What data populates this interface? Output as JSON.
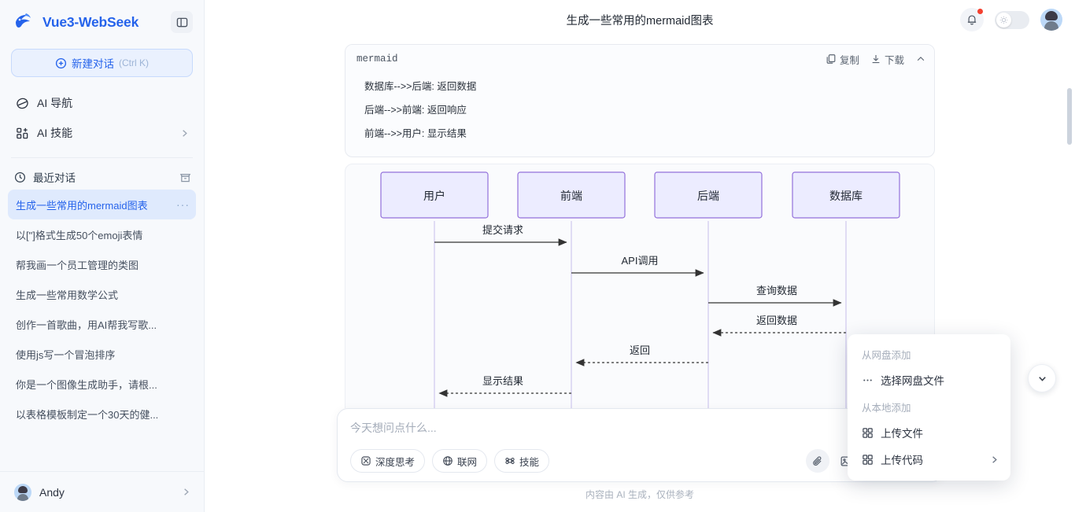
{
  "sidebar": {
    "brand": "Vue3-WebSeek",
    "panel_toggle_name": "panel-toggle",
    "new_chat": {
      "label": "新建对话",
      "shortcut": "(Ctrl K)"
    },
    "nav": [
      {
        "label": "AI 导航",
        "icon": "compass-icon",
        "chevron": false
      },
      {
        "label": "AI 技能",
        "icon": "grid-icon",
        "chevron": true
      }
    ],
    "recent": {
      "label": "最近对话",
      "icon": "clock-icon",
      "action_icon": "archive-icon"
    },
    "conversations": [
      {
        "title": "生成一些常用的mermaid图表",
        "active": true,
        "dots": "···"
      },
      {
        "title": "以[\"]格式生成50个emoji表情",
        "active": false,
        "dots": "···"
      },
      {
        "title": "帮我画一个员工管理的类图",
        "active": false,
        "dots": "···"
      },
      {
        "title": "生成一些常用数学公式",
        "active": false,
        "dots": "···"
      },
      {
        "title": "创作一首歌曲，用AI帮我写歌...",
        "active": false,
        "dots": "···"
      },
      {
        "title": "使用js写一个冒泡排序",
        "active": false,
        "dots": "···"
      },
      {
        "title": "你是一个图像生成助手，请根...",
        "active": false,
        "dots": "···"
      },
      {
        "title": "以表格模板制定一个30天的健...",
        "active": false,
        "dots": "···"
      }
    ],
    "user": {
      "name": "Andy"
    }
  },
  "topbar": {
    "title": "生成一些常用的mermaid图表",
    "bell_icon": "bell-icon",
    "theme_toggle": "theme-toggle",
    "avatar": "user-avatar"
  },
  "code_block": {
    "language": "mermaid",
    "copy_label": "复制",
    "download_label": "下载",
    "collapse_icon": "chevron-up-icon",
    "lines": [
      "数据库-->>后端: 返回数据",
      "后端-->>前端: 返回响应",
      "前端-->>用户: 显示结果"
    ]
  },
  "diagram": {
    "type": "sequence",
    "participants": [
      "用户",
      "前端",
      "后端",
      "数据库"
    ],
    "messages": [
      {
        "from": "用户",
        "to": "前端",
        "label": "提交请求",
        "style": "solid"
      },
      {
        "from": "前端",
        "to": "后端",
        "label": "API调用",
        "style": "solid"
      },
      {
        "from": "后端",
        "to": "数据库",
        "label": "查询数据",
        "style": "solid"
      },
      {
        "from": "数据库",
        "to": "后端",
        "label": "返回数据",
        "style": "dashed"
      },
      {
        "from": "后端",
        "to": "前端",
        "label": "返回",
        "style": "dashed"
      },
      {
        "from": "前端",
        "to": "用户",
        "label": "显示结果",
        "style": "dashed"
      }
    ],
    "box_fill": "#ececff",
    "box_stroke": "#9370db"
  },
  "popup": {
    "sections": [
      {
        "title": "从网盘添加",
        "items": [
          {
            "label": "选择网盘文件",
            "icon": "dots-icon",
            "chevron": false
          }
        ]
      },
      {
        "title": "从本地添加",
        "items": [
          {
            "label": "上传文件",
            "icon": "grid-icon",
            "chevron": false
          },
          {
            "label": "上传代码",
            "icon": "grid-icon",
            "chevron": true
          }
        ]
      }
    ]
  },
  "composer": {
    "placeholder": "今天想问点什么...",
    "chips": [
      {
        "label": "深度思考",
        "icon": "brain-icon"
      },
      {
        "label": "联网",
        "icon": "globe-icon"
      },
      {
        "label": "技能",
        "icon": "command-icon"
      }
    ],
    "tools": [
      {
        "name": "attach-icon",
        "active": true
      },
      {
        "name": "image-icon",
        "active": false
      },
      {
        "name": "plus-icon",
        "active": false
      }
    ],
    "send_icon": "arrow-up-icon"
  },
  "footer": {
    "note": "内容由 AI 生成，仅供参考"
  },
  "scroll_button": {
    "icon": "chevron-down-icon"
  }
}
